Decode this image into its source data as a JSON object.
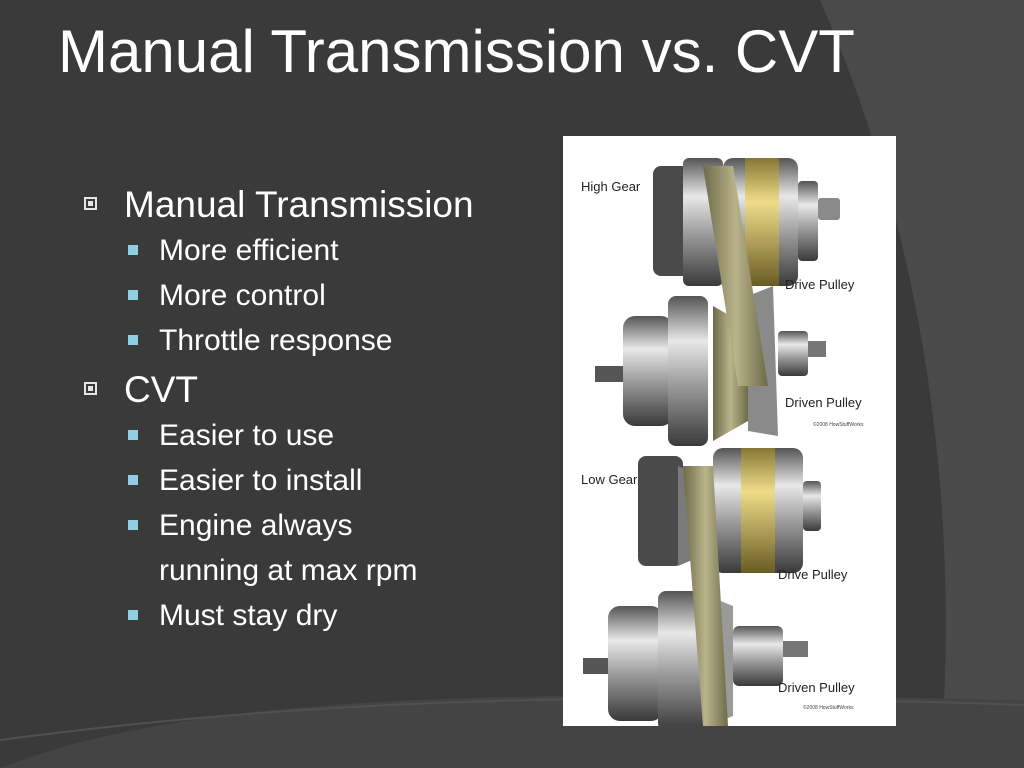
{
  "slide": {
    "title": "Manual Transmission vs. CVT",
    "bullets": [
      {
        "label": "Manual Transmission",
        "subitems": [
          "More efficient",
          "More control",
          "Throttle response"
        ]
      },
      {
        "label": "CVT",
        "subitems": [
          "Easier to use",
          "Easier to install",
          "Engine always running at max rpm",
          "Must stay dry"
        ]
      }
    ]
  },
  "figure": {
    "high_gear_label": "High Gear",
    "low_gear_label": "Low Gear",
    "drive_pulley_label": "Drive Pulley",
    "driven_pulley_label": "Driven Pulley",
    "copyright": "©2008 HowStuffWorks"
  }
}
